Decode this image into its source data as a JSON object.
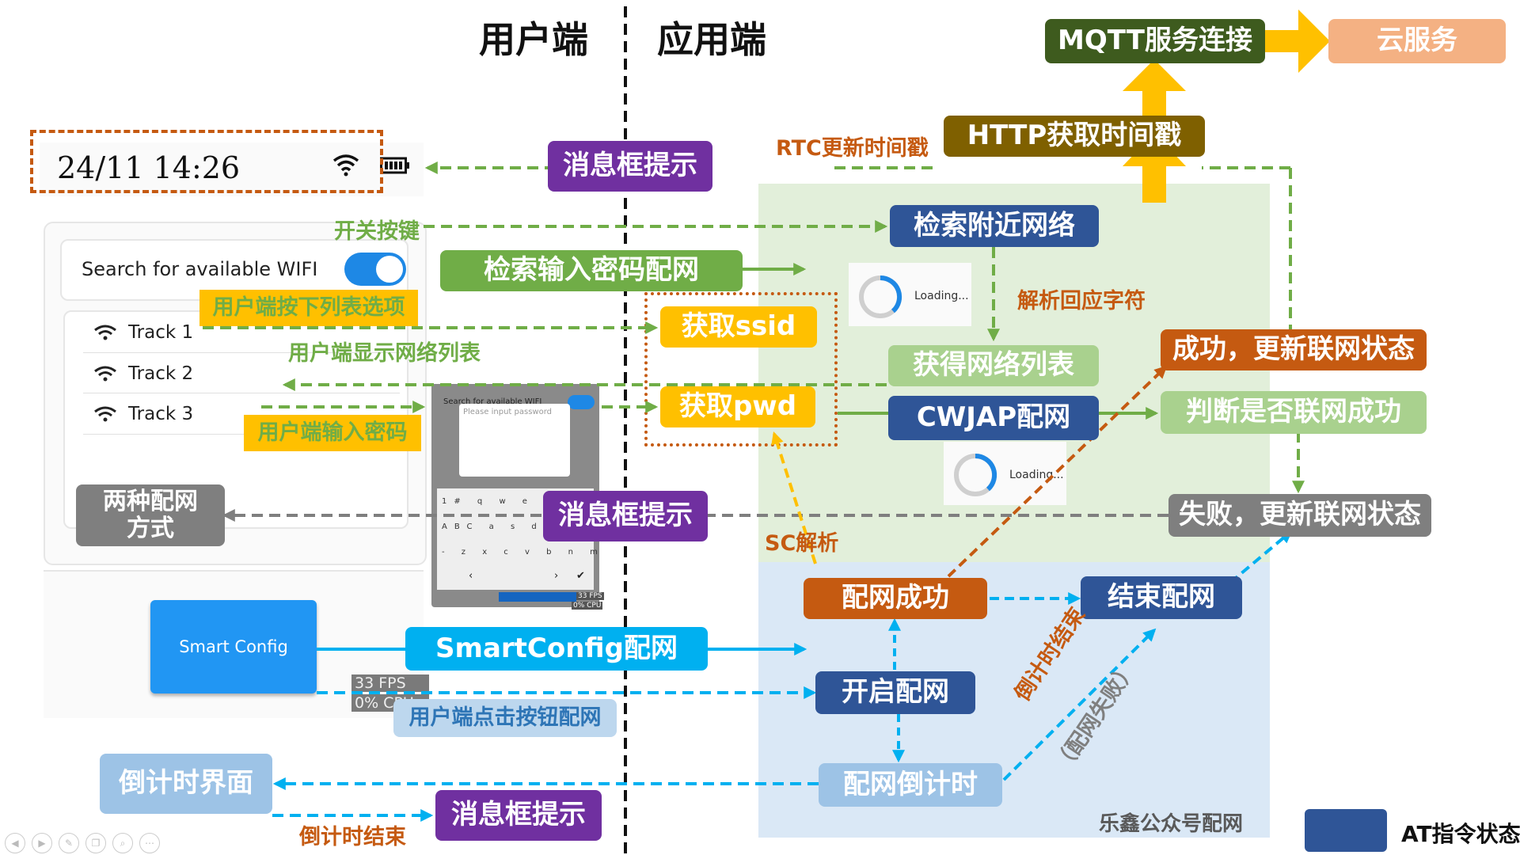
{
  "headers": {
    "user_side": "用户端",
    "app_side": "应用端"
  },
  "device": {
    "clock": "24/11 14:26",
    "search_label": "Search for available WIFI",
    "tracks": [
      "Track 1",
      "Track 2",
      "Track 3"
    ],
    "fps1": "33 FPS",
    "cpu1": "0% CPU",
    "smart_config_button": "Smart Config",
    "popup_search": "Search for available WIFI",
    "popup_placeholder": "Please input password",
    "kb_row1": "1# q w e r t y u i",
    "kb_row2": "ABC a s d f g h j",
    "kb_row3": "- z x c v b n m",
    "fps2": "33 FPS",
    "cpu2": "0% CPU"
  },
  "loading": [
    "Loading...",
    "Loading..."
  ],
  "boxes": {
    "mqtt": "MQTT服务连接",
    "cloud": "云服务",
    "http": "HTTP获取时间戳",
    "msg_top": "消息框提示",
    "scan": "检索附近网络",
    "search_pwd": "检索输入密码配网",
    "get_ssid": "获取ssid",
    "get_pwd": "获取pwd",
    "net_list": "获得网络列表",
    "cwjap": "CWJAP配网",
    "success_update": "成功，更新联网状态",
    "judge": "判断是否联网成功",
    "fail_update": "失败，更新联网状态",
    "msg_mid": "消息框提示",
    "two_modes": "两种配网\n方式",
    "config_ok": "配网成功",
    "end_config": "结束配网",
    "smartconfig": "SmartConfig配网",
    "start_config": "开启配网",
    "countdown": "配网倒计时",
    "countdown_ui": "倒计时界面",
    "msg_bottom": "消息框提示",
    "user_click": "用户端点击按钮配网",
    "user_select": "用户端按下列表选项",
    "user_input_pwd": "用户端输入密码"
  },
  "labels": {
    "rtc": "RTC更新时间戳",
    "switch_key": "开关按键",
    "parse_reply": "解析回应字符",
    "show_list": "用户端显示网络列表",
    "sc_parse": "SC解析",
    "countdown_end_rot": "倒计时结束",
    "config_fail_rot": "（配网失败）",
    "countdown_end": "倒计时结束",
    "bg_caption": "乐鑫公众号配网"
  },
  "legend": {
    "label": "AT指令状态",
    "color": "#2f5597"
  },
  "colors": {
    "dark_green": "#3e5b1e",
    "green": "#70ad47",
    "light_green": "#a9d18e",
    "orange_light": "#f4b183",
    "brown": "#7f6000",
    "purple": "#7030a0",
    "navy": "#2f5597",
    "yellow": "#ffc000",
    "orange": "#c55a11",
    "gray": "#7f7f7f",
    "cyan": "#00b0f0",
    "light_blue": "#9dc3e6"
  },
  "toolbar_icons": [
    "prev-icon",
    "next-icon",
    "pen-icon",
    "copy-icon",
    "zoom-icon",
    "more-icon"
  ]
}
